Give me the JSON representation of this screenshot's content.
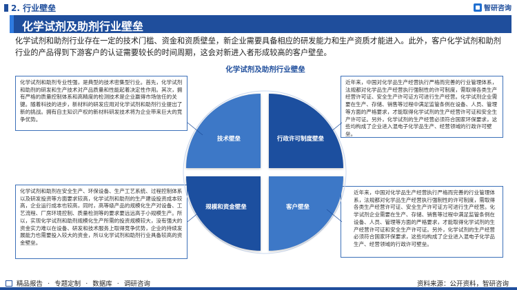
{
  "header": {
    "section": "2. 行业壁垒",
    "brand": "智研咨询"
  },
  "title": "化学试剂及助剂行业壁垒",
  "intro": "化学试剂和助剂行业存在一定的技术门槛、资金和资质壁垒，新企业需要具备相应的研发能力和生产资质才能进入。此外，客户化学试剂和助剂行业的产品得到下游客户的认证需要较长的时间周期，这会对新进入者形成较高的客户壁垒。",
  "center_title": "化学试剂及助剂行业壁垒",
  "quadrants": {
    "tl": "技术壁垒",
    "tr": "行政许可制度壁垒",
    "bl": "规模和资金壁垒",
    "br": "客户壁垒"
  },
  "boxes": {
    "tl": "化学试剂和助剂专业性强，是典型的技术密集型行业。首先，化学试剂和助剂的研发和生产技术对产品质量和性能起着决定性作用。其次，拥有严格的质量控制体系和高精度的检测技术是企业赢得市场信任的关键。随着科技的进步，新材料的研发应用对化学试剂和助剂行业提出了新的挑战。拥有自主知识产权的新材料研发技术将为企业带来巨大的竞争优势。",
    "tr": "近年来，中国对化学品生产经营执行严格而完善的行业管理体系，法规都对化学品生产经营执行强制性的许可制度，需取得各类生产经营许可证、安全生产许可证方可进行生产经营。化学试剂企业需要在生产、存储、销售等过程中满足监管条例在设备、人员、管理等方面的严格要求，才能取得化学试剂的生产经营许可证和安全生产许可证。另外，化学试剂的生产经营必须符合国家环保要求，这些均构成了企业进入混电子化学品生产、经营领域的行政许可壁垒。",
    "bl": "化学试剂和助剂在安全生产、环保设备、生产工艺系统、过程控制体系以及研发投资等方面要求较高，化学试剂和助剂的生产建设投资成本较高，企业运行成本也较高，同时，高等级产品的规模化生产对设备、工艺流程、厂房环境控制、质量检测等的要求要远远高于小规模生产。所以，实现化学试剂和助剂规模化生产所需的投资规模较大，没有强大的资金实力难以在设备、研发和技术服务上取得竞争优势，企业的持续发展能力也需要投入较大的资金，所以化学试剂和助剂行业具备较高的资金壁垒。",
    "br": "近年来，中国对化学品生产经营执行严格而完善的行业管理体系，法规都对化学品生产经营执行强制性的许可制度，需取得各类生产经营许可证、安全生产许可证方可进行生产经营。化学试剂企业需要在生产、存储、销售等过程中满足监管条例在设备、人员、管理等方面的严格要求，才能取得化学试剂的生产经营许可证和安全生产许可证。另外，化学试剂的生产经营必须符合国家环保要求，这些均构成了企业进入混电子化学品生产、经营领域的行政许可壁垒。"
  },
  "footer": {
    "links": [
      "精品报告",
      "专题定制",
      "数据库",
      "调研咨询"
    ],
    "separator": "·",
    "source": "资料来源：公开资料，智研咨询"
  },
  "colors": {
    "primary": "#1f4e9c",
    "quadrant_tl": "#3d78c7",
    "quadrant_tr": "#1d4f9f",
    "quadrant_bl": "#1d4f9f",
    "quadrant_br": "#3d78c7"
  }
}
